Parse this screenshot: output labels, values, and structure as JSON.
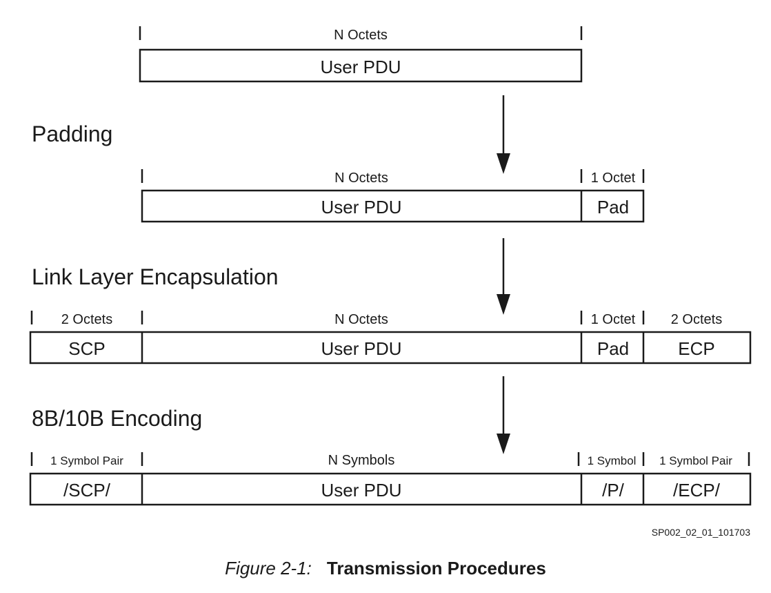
{
  "stages": [
    {
      "heading": "",
      "size_labels": [
        "",
        "N Octets",
        "",
        ""
      ],
      "fields": [
        "",
        "User PDU",
        "",
        ""
      ]
    },
    {
      "heading": "Padding",
      "size_labels": [
        "",
        "N Octets",
        "1 Octet",
        ""
      ],
      "fields": [
        "",
        "User PDU",
        "Pad",
        ""
      ]
    },
    {
      "heading": "Link Layer Encapsulation",
      "size_labels": [
        "2 Octets",
        "N Octets",
        "1 Octet",
        "2 Octets"
      ],
      "fields": [
        "SCP",
        "User PDU",
        "Pad",
        "ECP"
      ]
    },
    {
      "heading": "8B/10B Encoding",
      "size_labels": [
        "1 Symbol Pair",
        "N Symbols",
        "1 Symbol",
        "1 Symbol Pair"
      ],
      "fields": [
        "/SCP/",
        "User PDU",
        "/P/",
        "/ECP/"
      ]
    }
  ],
  "figure_id": "SP002_02_01_101703",
  "caption": {
    "number": "Figure 2-1:",
    "title": "Transmission Procedures"
  }
}
